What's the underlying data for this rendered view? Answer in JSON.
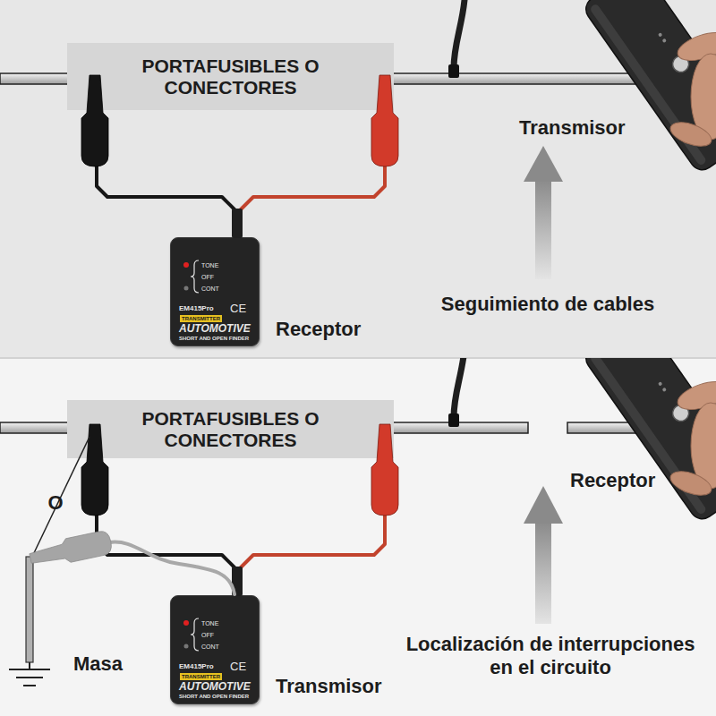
{
  "diagram": {
    "nodes": [
      {
        "text": [
          "PORTAFUSIBLES O CONECTORES"
        ]
      },
      {
        "text": [
          "TONE",
          "OFF",
          "CONT",
          "EM415Pro",
          "CE",
          "TRANSMITTER",
          "AUTOMOTIVE",
          "SHORT AND OPEN FINDER"
        ]
      },
      {
        "text": [
          "PORTAFUSIBLES O CONECTORES"
        ]
      },
      {
        "text": [
          "TONE",
          "OFF",
          "CONT",
          "EM415Pro",
          "CE",
          "TRANSMITTER",
          "AUTOMOTIVE",
          "SHORT AND OPEN FINDER"
        ]
      }
    ],
    "edges": [
      {
        "from": 1,
        "to": 0,
        "arrow": "none"
      },
      {
        "from": 1,
        "to": 0,
        "arrow": "none"
      },
      {
        "from": 3,
        "to": 2,
        "arrow": "none"
      },
      {
        "from": 3,
        "to": 2,
        "arrow": "none"
      }
    ],
    "labels": [
      "Transmisor",
      "Receptor",
      "Seguimiento de cables",
      "Receptor",
      "O",
      "Masa",
      "Transmisor",
      "Localización de interrupciones en el circuito"
    ]
  }
}
